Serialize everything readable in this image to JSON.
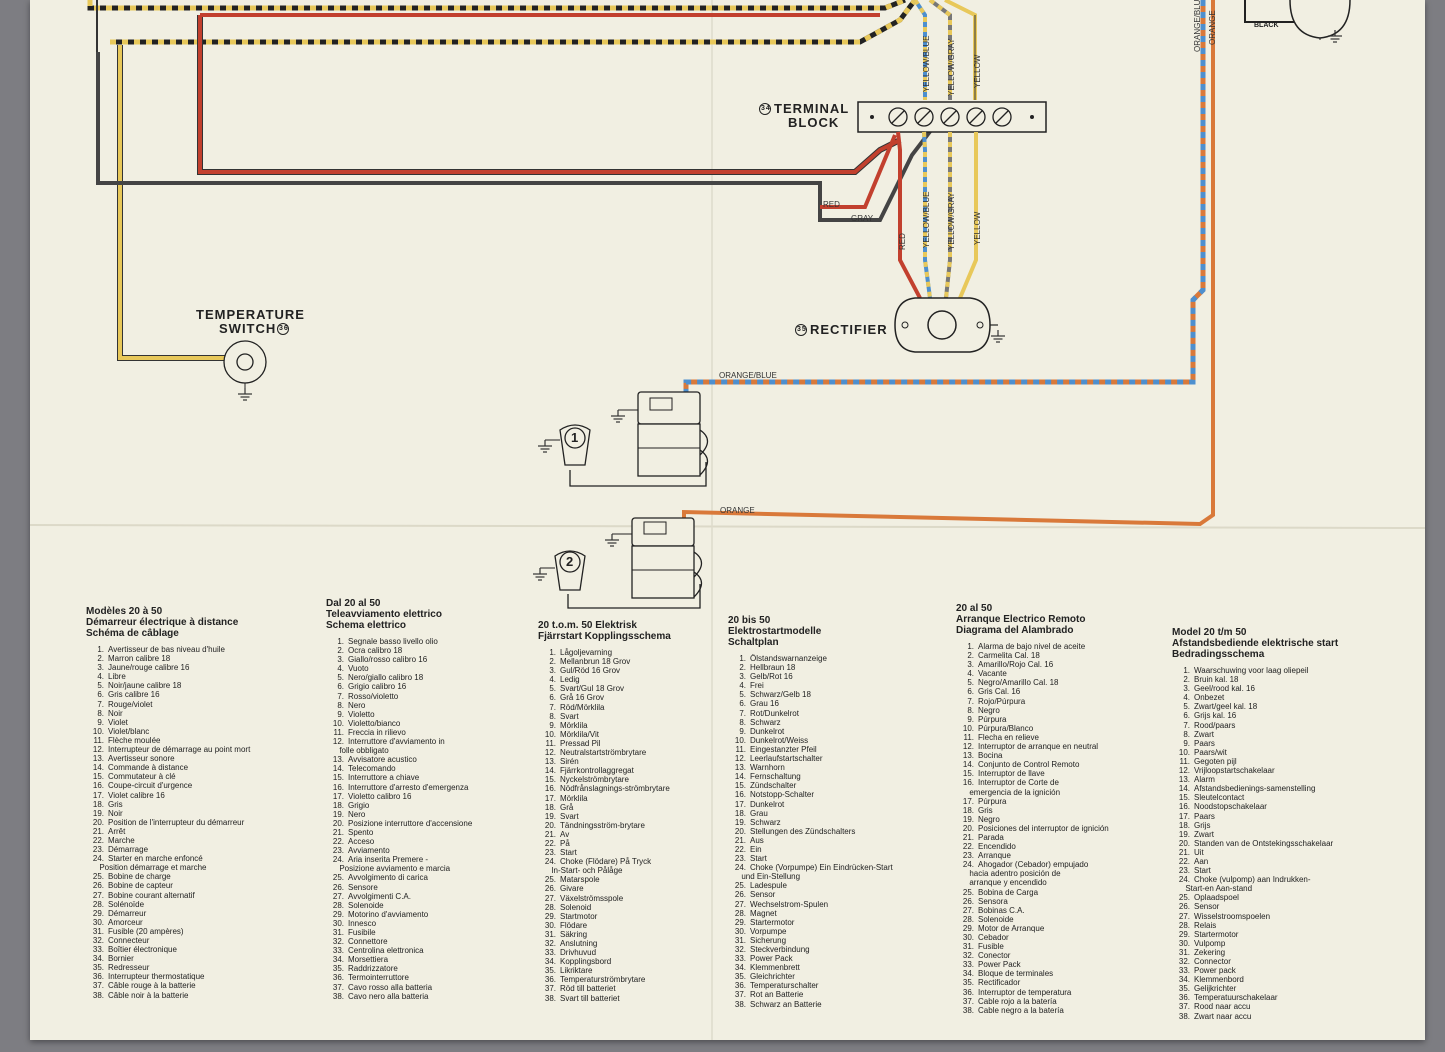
{
  "diagram": {
    "labels": {
      "terminal_block": "TERMINAL BLOCK",
      "terminal_block_line1": "TERMINAL",
      "terminal_block_line2": "BLOCK",
      "terminal_block_num": "34",
      "rectifier": "RECTIFIER",
      "rectifier_num": "35",
      "temp_switch_line1": "TEMPERATURE",
      "temp_switch_line2": "SWITCH",
      "temp_switch_num": "36",
      "black": "BLACK",
      "key1": "1",
      "key2": "2"
    },
    "wire_labels": {
      "red": "RED",
      "gray": "GRAY",
      "orange_blue": "ORANGE/BLUE",
      "orange": "ORANGE",
      "yellow_blue": "YELLOW/BLUE",
      "yellow_gray": "YELLOW/GRAY",
      "yellow": "YELLOW",
      "orange_blu_cut": "ORANGE/BLU",
      "orange_vertical": "ORANGE"
    },
    "colors": {
      "paper": "#f1efe2",
      "red": "#c2402e",
      "gray": "#555555",
      "yellow": "#e8c85a",
      "blue": "#4d8fcf",
      "orange": "#d9793a",
      "black": "#222222"
    }
  },
  "legends": [
    {
      "title_lines": [
        "Modèles 20 à 50",
        "Démarreur électrique à distance",
        "Schéma de câblage"
      ],
      "items": [
        "Avertisseur de bas niveau d'huile",
        "Marron calibre 18",
        "Jaune/rouge calibre 16",
        "Libre",
        "Noir/jaune calibre 18",
        "Gris calibre 16",
        "Rouge/violet",
        "Noir",
        "Violet",
        "Violet/blanc",
        "Flèche moulée",
        "Interrupteur de démarrage au point mort",
        "Avertisseur sonore",
        "Commande à distance",
        "Commutateur à clé",
        "Coupe-circuit d'urgence",
        "Violet calibre 16",
        "Gris",
        "Noir",
        "Position de l'interrupteur du démarreur",
        "Arrêt",
        "Marche",
        "Démarrage",
        "Starter en marche enfoncé\n      Position démarrage et marche",
        "Bobine de charge",
        "Bobine de capteur",
        "Bobine courant alternatif",
        "Solénoïde",
        "Démarreur",
        "Amorceur",
        "Fusible (20 ampères)",
        "Connecteur",
        "Boîtier électronique",
        "Bornier",
        "Redresseur",
        "Interrupteur thermostatique",
        "Câble rouge à la batterie",
        "Câble noir à la batterie"
      ]
    },
    {
      "title_lines": [
        "Dal 20 al 50",
        "Teleavviamento elettrico",
        "Schema elettrico"
      ],
      "items": [
        "Segnale basso livello olio",
        "Ocra calibro 18",
        "Giallo/rosso calibro 16",
        "Vuoto",
        "Nero/giallo calibro 18",
        "Grigio calibro 16",
        "Rosso/violetto",
        "Nero",
        "Violetto",
        "Violetto/bianco",
        "Freccia in rilievo",
        "Interruttore d'avviamento in\n      folle obbligato",
        "Avvisatore acustico",
        "Telecomando",
        "Interruttore a chiave",
        "Interruttore d'arresto d'emergenza",
        "Violetto calibro 16",
        "Grigio",
        "Nero",
        "Posizione interruttore d'accensione",
        "Spento",
        "Acceso",
        "Avviamento",
        "Aria inserita Premere -\n      Posizione avviamento e marcia",
        "Avvolgimento di carica",
        "Sensore",
        "Avvolgimenti C.A.",
        "Solenoide",
        "Motorino d'avviamento",
        "Innesco",
        "Fusibile",
        "Connettore",
        "Centrolina elettronica",
        "Morsettiera",
        "Raddrizzatore",
        "Termointerruttore",
        "Cavo rosso alla batteria",
        "Cavo nero alla batteria"
      ]
    },
    {
      "title_lines": [
        "20 t.o.m. 50 Elektrisk",
        "Fjärrstart  Kopplingsschema"
      ],
      "items": [
        "Lågoljevarning",
        "Mellanbrun 18 Grov",
        "Gul/Röd 16 Grov",
        "Ledig",
        "Svart/Gul 18 Grov",
        "Grå 16 Grov",
        "Röd/Mörklila",
        "Svart",
        "Mörklila",
        "Mörklila/Vit",
        "Pressad Pil",
        "Neutralstartströmbrytare",
        "Sirén",
        "Fjärrkontrollaggregat",
        "Nyckelströmbrytare",
        "Nödfrånslagnings-strömbrytare",
        "Mörklila",
        "Grå",
        "Svart",
        "Tändningsström-brytare",
        "Av",
        "På",
        "Start",
        "Choke (Flödare) På Tryck\n      In-Start- och Pålåge",
        "Matarspole",
        "Givare",
        "Växelströmsspole",
        "Solenoid",
        "Startmotor",
        "Flödare",
        "Säkring",
        "Anslutning",
        "Drivhuvud",
        "Kopplingsbord",
        "Likriktare",
        "Temperaturströmbrytare",
        "Röd till batteriet",
        "Svart till batteriet"
      ]
    },
    {
      "title_lines": [
        "20 bis 50",
        "Elektrostartmodelle",
        "Schaltplan"
      ],
      "items": [
        "Ölstandswarnanzeige",
        "Hellbraun 18",
        "Gelb/Rot 16",
        "Frei",
        "Schwarz/Gelb 18",
        "Grau 16",
        "Rot/Dunkelrot",
        "Schwarz",
        "Dunkelrot",
        "Dunkelrot/Weiss",
        "Eingestanzter Pfeil",
        "Leerlaufstartschalter",
        "Warnhorn",
        "Fernschaltung",
        "Zündschalter",
        "Notstopp-Schalter",
        "Dunkelrot",
        "Grau",
        "Schwarz",
        "Stellungen des Zündschalters",
        "Aus",
        "Ein",
        "Start",
        "Choke (Vorpumpe) Ein Eindrücken-Start\n      und Ein-Stellung",
        "Ladespule",
        "Sensor",
        "Wechselstrom-Spulen",
        "Magnet",
        "Startermotor",
        "Vorpumpe",
        "Sicherung",
        "Steckverbindung",
        "Power Pack",
        "Klemmenbrett",
        "Gleichrichter",
        "Temperaturschalter",
        "Rot an Batterie",
        "Schwarz an Batterie"
      ]
    },
    {
      "title_lines": [
        "20 al 50",
        "Arranque Electrico Remoto",
        "Diagrama del Alambrado"
      ],
      "items": [
        "Alarma de bajo nivel de aceite",
        "Carmelita Cal. 18",
        "Amarillo/Rojo Cal. 16",
        "Vacante",
        "Negro/Amarillo Cal. 18",
        "Gris Cal. 16",
        "Rojo/Púrpura",
        "Negro",
        "Púrpura",
        "Púrpura/Blanco",
        "Flecha en relieve",
        "Interruptor de arranque en neutral",
        "Bocina",
        "Conjunto de Control Remoto",
        "Interruptor de llave",
        "Interruptor de Corte de\n      emergencia de la ignición",
        "Púrpura",
        "Gris",
        "Negro",
        "Posiciones del interruptor de ignición",
        "Parada",
        "Encendido",
        "Arranque",
        "Ahogador (Cebador) empujado\n      hacia adentro posición de\n      arranque y encendido",
        "Bobina de Carga",
        "Sensora",
        "Bobinas C.A.",
        "Solenoide",
        "Motor de Arranque",
        "Cebador",
        "Fusible",
        "Conector",
        "Power Pack",
        "Bloque de terminales",
        "Rectificador",
        "Interruptor de temperatura",
        "Cable rojo a la batería",
        "Cable negro a la batería"
      ]
    },
    {
      "title_lines": [
        "Model 20 t/m 50",
        "Afstandsbediende elektrische start",
        "Bedradingsschema"
      ],
      "items": [
        "Waarschuwing voor laag oliepeil",
        "Bruin kal. 18",
        "Geel/rood kal. 16",
        "Onbezet",
        "Zwart/geel kal. 18",
        "Grijs kal. 16",
        "Rood/paars",
        "Zwart",
        "Paars",
        "Paars/wit",
        "Gegoten pijl",
        "Vrijloopstartschakelaar",
        "Alarm",
        "Afstandsbedienings-samenstelling",
        "Sleutelcontact",
        "Noodstopschakelaar",
        "Paars",
        "Grijs",
        "Zwart",
        "Standen van de Ontstekingsschakelaar",
        "Uit",
        "Aan",
        "Start",
        "Choke (vulpomp) aan Indrukken-\n      Start-en Aan-stand",
        "Oplaadspoel",
        "Sensor",
        "Wisselstroomspoelen",
        "Relais",
        "Startermotor",
        "Vulpomp",
        "Zekering",
        "Connector",
        "Power pack",
        "Klemmenbord",
        "Gelijkrichter",
        "Temperatuurschakelaar",
        "Rood naar accu",
        "Zwart naar accu"
      ]
    }
  ]
}
